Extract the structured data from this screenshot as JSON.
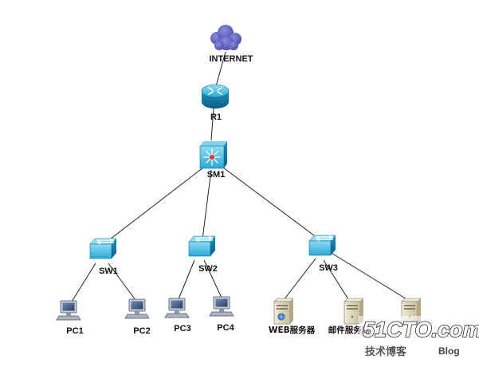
{
  "nodes": {
    "internet": {
      "label": "INTERNET",
      "icon": "cloud-icon"
    },
    "r1": {
      "label": "R1",
      "icon": "router-icon"
    },
    "sm1": {
      "label": "SM1",
      "icon": "multilayer-switch-icon"
    },
    "sw1": {
      "label": "SW1",
      "icon": "switch-icon"
    },
    "sw2": {
      "label": "SW2",
      "icon": "switch-icon"
    },
    "sw3": {
      "label": "SW3",
      "icon": "switch-icon"
    },
    "pc1": {
      "label": "PC1",
      "icon": "pc-icon"
    },
    "pc2": {
      "label": "PC2",
      "icon": "pc-icon"
    },
    "pc3": {
      "label": "PC3",
      "icon": "pc-icon"
    },
    "pc4": {
      "label": "PC4",
      "icon": "pc-icon"
    },
    "web_server": {
      "label": "WEB服务器",
      "icon": "server-icon"
    },
    "mail_server": {
      "label": "邮件服务器",
      "icon": "server-icon"
    },
    "server3": {
      "label": "",
      "icon": "server-icon"
    }
  },
  "links": [
    [
      "internet",
      "r1"
    ],
    [
      "r1",
      "sm1"
    ],
    [
      "sm1",
      "sw1"
    ],
    [
      "sm1",
      "sw2"
    ],
    [
      "sm1",
      "sw3"
    ],
    [
      "sw1",
      "pc1"
    ],
    [
      "sw1",
      "pc2"
    ],
    [
      "sw2",
      "pc3"
    ],
    [
      "sw2",
      "pc4"
    ],
    [
      "sw3",
      "web_server"
    ],
    [
      "sw3",
      "mail_server"
    ],
    [
      "sw3",
      "server3"
    ]
  ],
  "watermark": {
    "site": "51CTO.com",
    "tagline": "技术博客",
    "blog": "Blog"
  },
  "colors": {
    "cloud": "#5b5fb8",
    "device": "#1d9bc6",
    "link": "#222222"
  }
}
